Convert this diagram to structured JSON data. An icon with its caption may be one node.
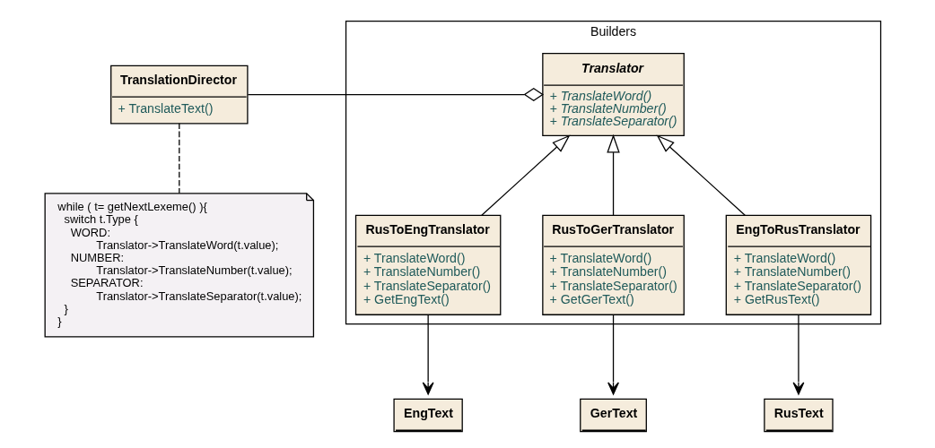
{
  "diagram": {
    "nodes": [
      {
        "text": [
          "TranslationDirector",
          "+ TranslateText()"
        ]
      },
      {
        "text": [
          "while ( t= getNextLexeme() ){",
          "switch t.Type {",
          "WORD:",
          "Translator->TranslateWord(t.value);",
          "NUMBER:",
          "Translator->TranslateNumber(t.value);",
          "SEPARATOR:",
          "Translator->TranslateSeparator(t.value);",
          "}",
          "}"
        ]
      },
      {
        "text": [
          "Builders"
        ]
      },
      {
        "text": [
          "Translator",
          "+ TranslateWord()",
          "+ TranslateNumber()",
          "+ TranslateSeparator()"
        ],
        "in": 2
      },
      {
        "text": [
          "RusToEngTranslator",
          "+ TranslateWord()",
          "+ TranslateNumber()",
          "+ TranslateSeparator()",
          "+ GetEngText()"
        ],
        "in": 2
      },
      {
        "text": [
          "RusToGerTranslator",
          "+ TranslateWord()",
          "+ TranslateNumber()",
          "+ TranslateSeparator()",
          "+ GetGerText()"
        ],
        "in": 2
      },
      {
        "text": [
          "EngToRusTranslator",
          "+ TranslateWord()",
          "+ TranslateNumber()",
          "+ TranslateSeparator()",
          "+ GetRusText()"
        ],
        "in": 2
      },
      {
        "text": [
          "EngText"
        ]
      },
      {
        "text": [
          "GerText"
        ]
      },
      {
        "text": [
          "RusText"
        ]
      }
    ],
    "edges": [
      {
        "from": 0,
        "to": 3,
        "arrow": "other"
      },
      {
        "from": 0,
        "to": 1,
        "arrow": "none",
        "style": "dashed"
      },
      {
        "from": 4,
        "to": 3,
        "arrow": "to"
      },
      {
        "from": 5,
        "to": 3,
        "arrow": "to"
      },
      {
        "from": 6,
        "to": 3,
        "arrow": "to"
      },
      {
        "from": 4,
        "to": 7,
        "arrow": "to"
      },
      {
        "from": 5,
        "to": 8,
        "arrow": "to"
      },
      {
        "from": 6,
        "to": 9,
        "arrow": "to"
      }
    ]
  }
}
